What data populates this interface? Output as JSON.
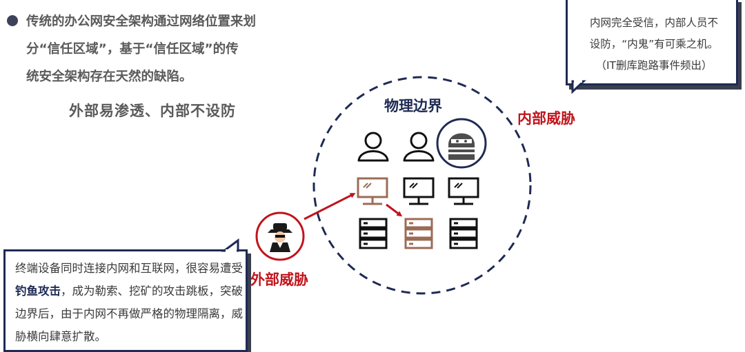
{
  "intro": {
    "lines": [
      "传统的办公网安全架构通过网络位置来划",
      "分“信任区域”，基于“信任区域”的传",
      "统安全架构存在天然的缺陷。"
    ]
  },
  "subtitle": "外部易渗透、内部不设防",
  "callout_top": {
    "line1": "内网完全受信，内部人员不",
    "line2": "设防，“内鬼”有可乘之机。",
    "line3": "（IT删库跑路事件频出）"
  },
  "callout_bottom": {
    "part1": "终端设备同时连接内网和互联网，很容易遭受",
    "bold": "钓鱼攻击",
    "part2": "，成为勒索、挖矿的攻击跳板，突破边界后，由于内网不再做严格的物理隔离，威胁横向肆意扩散。"
  },
  "diagram": {
    "boundary_label": "物理边界",
    "inner_threat_label": "内部威胁",
    "outer_threat_label": "外部威胁"
  },
  "colors": {
    "navy": "#1e2a54",
    "red": "#c0141c",
    "compromised_brown": "#9c6b55"
  }
}
